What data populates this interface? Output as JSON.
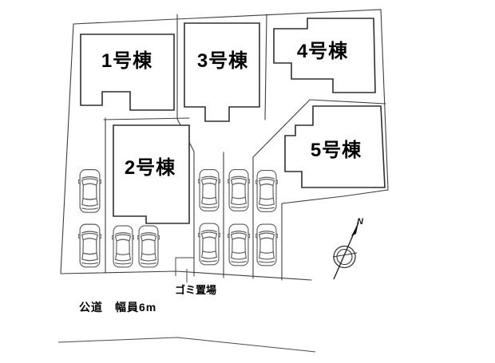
{
  "plan": {
    "buildings": [
      {
        "label": "1号棟"
      },
      {
        "label": "2号棟"
      },
      {
        "label": "3号棟"
      },
      {
        "label": "4号棟"
      },
      {
        "label": "5号棟"
      }
    ],
    "labels": {
      "garbage": "ゴミ置場",
      "road": "公道　幅員6m",
      "north": "N"
    },
    "parking": {
      "car_count": 10
    },
    "colors": {
      "background": "#ffffff",
      "line": "#3f3f3f",
      "building_outline": "#2e2e2e",
      "text": "#000000"
    }
  }
}
